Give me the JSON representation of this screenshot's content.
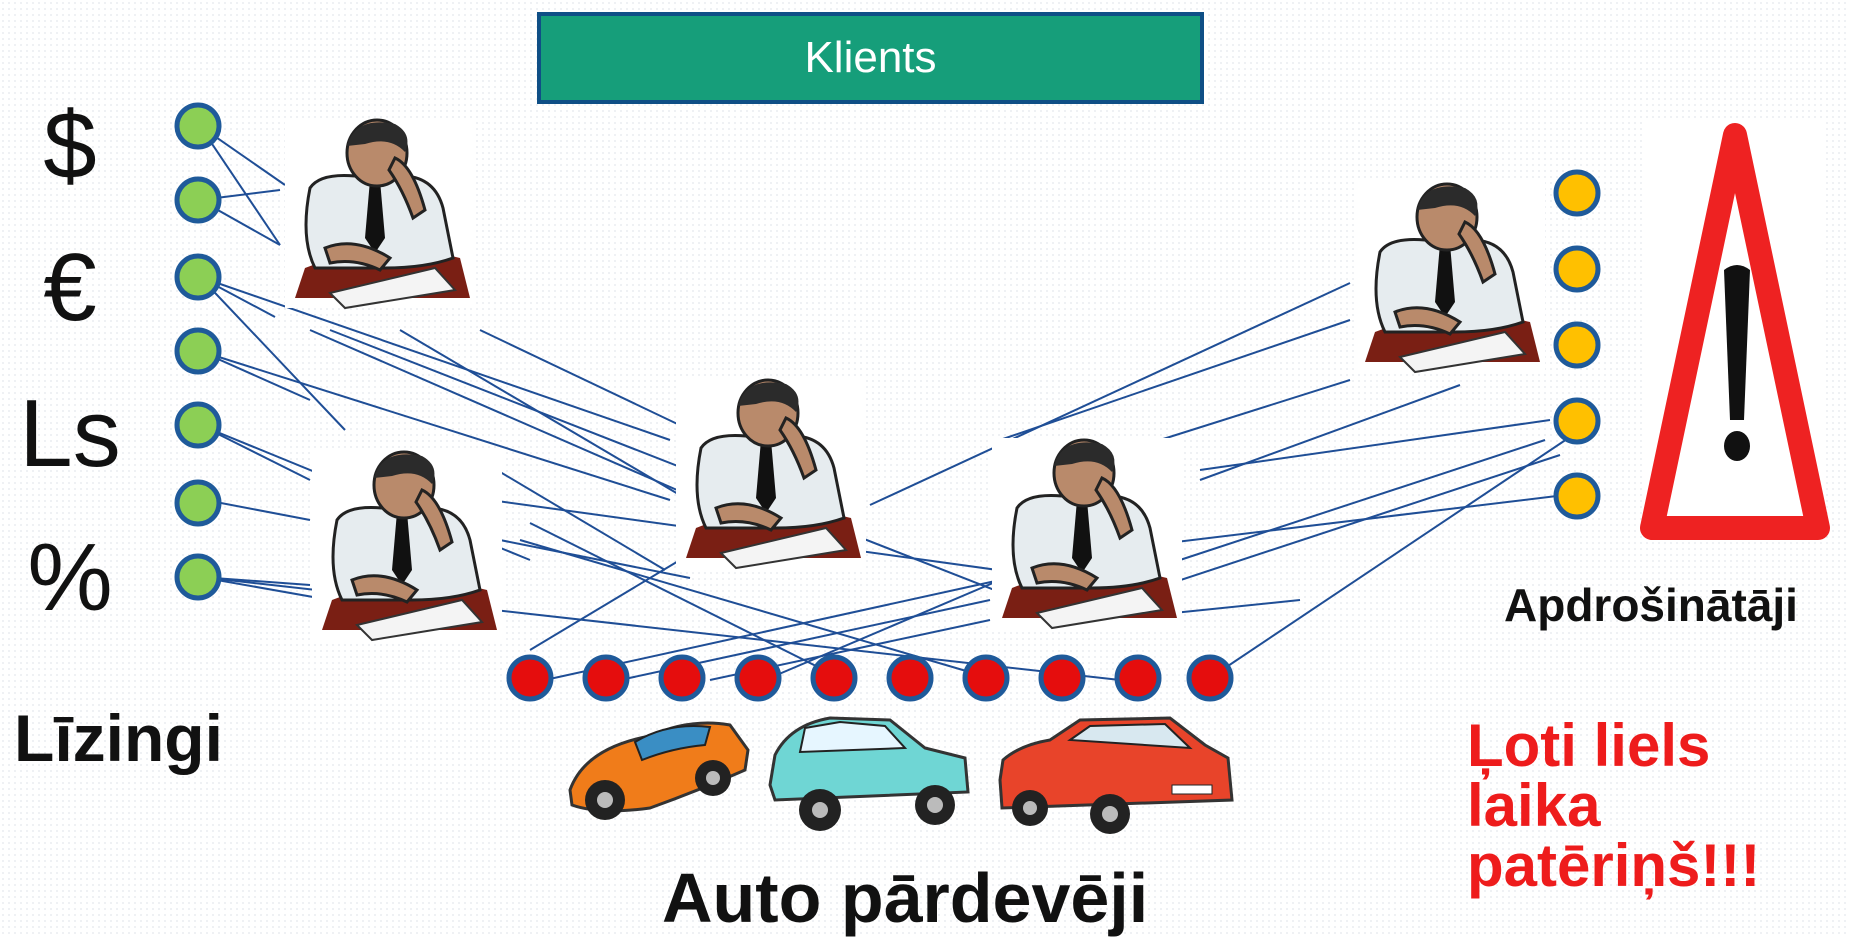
{
  "title": "Klients",
  "currency_symbols": [
    "$",
    "€",
    "Ls",
    "%"
  ],
  "left_group_label": "Līzingi",
  "right_group_label": "Apdrošinātāji",
  "bottom_group_label": "Auto pārdevēji",
  "warning_lines": [
    "Ļoti liels",
    "laika",
    "patēriņš!!!"
  ],
  "colors": {
    "title_fill": "#169e7a",
    "node_outline": "#1f5a9a",
    "leasing_nodes": "#8ccf55",
    "dealer_nodes": "#e50d0d",
    "insurer_nodes": "#ffc000",
    "link_lines": "#1f4e96",
    "warning_text": "#ee1c1c",
    "warning_sign": "#ee2222"
  },
  "icons": {
    "agent": "thinking-businessman-icon",
    "cars": [
      "orange-sports-car-icon",
      "teal-hatchback-icon",
      "red-sedan-icon"
    ],
    "sign": "warning-triangle-icon"
  }
}
